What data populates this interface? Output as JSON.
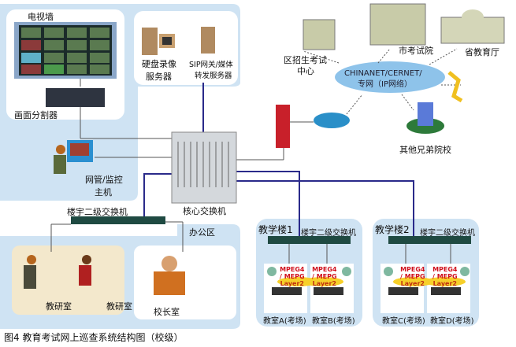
{
  "top_left": {
    "tv_wall": "电视墙",
    "splitter": "画面分割器",
    "nms_host_line1": "网管/监控",
    "nms_host_line2": "主机",
    "dvr_server_line1": "硬盘录像",
    "dvr_server_line2": "服务器",
    "sip_server_line1": "SIP网关/媒体",
    "sip_server_line2": "转发服务器"
  },
  "core_switch": "核心交换机",
  "wan": {
    "cloud_line1": "CHINANET/CERNET/",
    "cloud_line2": "专网（IP网络）",
    "district": [
      "区招生考试",
      "中心"
    ],
    "city": "市考试院",
    "province": "省教育厅",
    "other_schools": "其他兄弟院校"
  },
  "office": {
    "switch": "楼宇二级交换机",
    "area": "办公区",
    "room1": "教研室",
    "room2": "教研室",
    "principal": "校长室"
  },
  "buildings": [
    {
      "name": "教学楼1",
      "switch": "楼宇二级交换机",
      "rooms": [
        "教室A(考场)",
        "教室B(考场)"
      ]
    },
    {
      "name": "教学楼2",
      "switch": "楼宇二级交换机",
      "rooms": [
        "教室C(考场)",
        "教室D(考场)"
      ]
    }
  ],
  "codec": [
    "MPEG4",
    "/ MEPG",
    "Layer2"
  ],
  "caption": "图4  教育考试网上巡查系统结构图（校级）",
  "colors": {
    "region": "#cfe3f3",
    "link": "#2a2a8a",
    "highlight": "#f7d02a"
  }
}
